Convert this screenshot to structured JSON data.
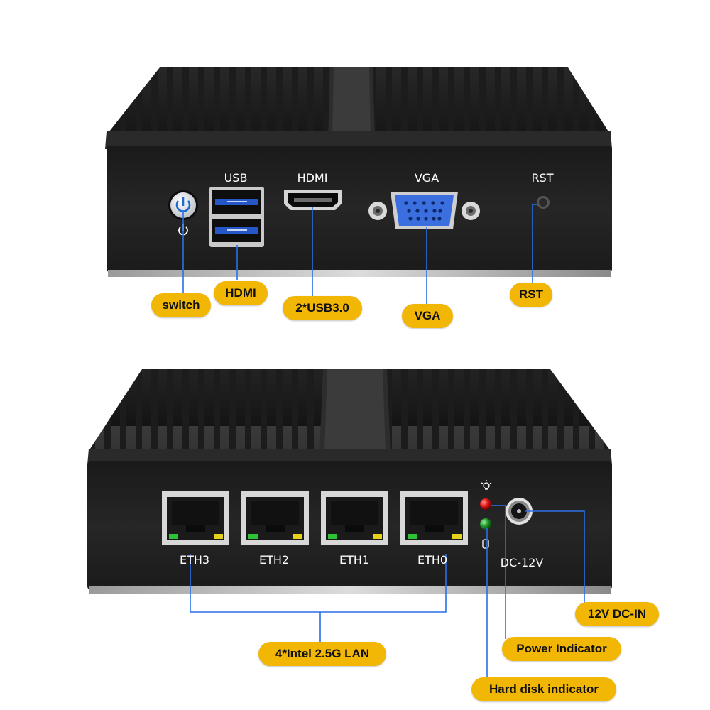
{
  "top": {
    "panel_labels": {
      "usb": "USB",
      "hdmi": "HDMI",
      "vga": "VGA",
      "rst": "RST"
    },
    "callouts": {
      "switch": "switch",
      "hdmi": "HDMI",
      "usb": "2*USB3.0",
      "vga": "VGA",
      "rst": "RST"
    }
  },
  "bottom": {
    "panel_labels": {
      "eth3": "ETH3",
      "eth2": "ETH2",
      "eth1": "ETH1",
      "eth0": "ETH0",
      "dc": "DC-12V"
    },
    "callouts": {
      "lan": "4*Intel 2.5G LAN",
      "dc_in": "12V DC-IN",
      "power_indicator": "Power Indicator",
      "hdd_indicator": "Hard disk indicator"
    }
  },
  "colors": {
    "callout_fill": "#f2b705",
    "callout_line": "#2a6fe8",
    "device_body": "#1f1f1f",
    "vga_port": "#3b6fe0",
    "usb_port": "#2657c9",
    "power_led": "#e01515",
    "disk_led": "#1f9a2a"
  },
  "icons": [
    "power-symbol-icon",
    "usb-symbol-icon",
    "light-bulb-icon",
    "hard-disk-icon"
  ]
}
